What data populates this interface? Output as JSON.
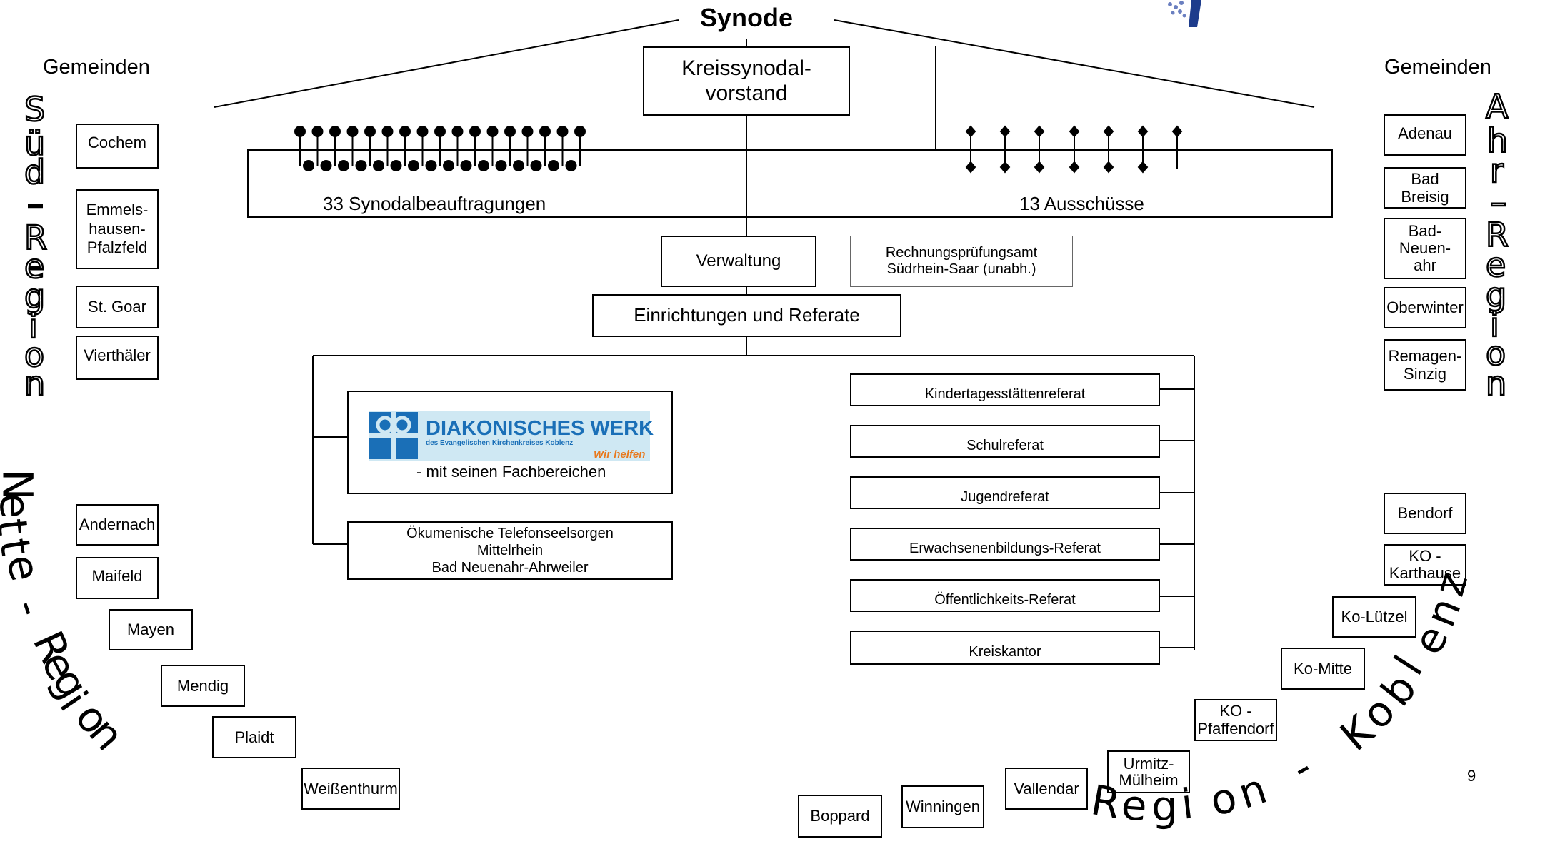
{
  "synode": "Synode",
  "kreissynodalvorstand": "Kreissynodal-vorstand",
  "synodalbeauftragungen": "33 Synodalbeauftragungen",
  "ausschuesse": "13 Ausschüsse",
  "verwaltung": "Verwaltung",
  "rechnungspruefungsamt": [
    "Rechnungsprüfungsamt",
    "Südrhein-Saar (unabh.)"
  ],
  "einrichtungen": "Einrichtungen und Referate",
  "diakonie": {
    "title": "DIAKONISCHES WERK",
    "subtitle": "des Evangelischen Kirchenkreises Koblenz",
    "slogan": "Wir helfen",
    "caption": "- mit seinen Fachbereichen",
    "brand_color": "#1a6fb7",
    "slogan_color": "#e8791e",
    "background_color": "#cfe8f3"
  },
  "telefonseelsorge": [
    "Ökumenische Telefonseelsorgen",
    "Mittelrhein",
    "Bad Neuenahr-Ahrweiler"
  ],
  "referate": [
    "Kindertagesstättenreferat",
    "Schulreferat",
    "Jugendreferat",
    "Erwachsenenbildungs-Referat",
    "Öffentlichkeits-Referat",
    "Kreiskantor"
  ],
  "gemeinden_left_label": "Gemeinden",
  "gemeinden_right_label": "Gemeinden",
  "sued_region": {
    "label": [
      "S",
      "ü",
      "d",
      "–",
      "R",
      "e",
      "g",
      "i",
      "o",
      "n"
    ],
    "gemeinden": [
      "Cochem",
      "Emmels-hausen-Pfalzfeld",
      "St. Goar",
      "Vierthäler"
    ]
  },
  "ahr_region": {
    "label": [
      "A",
      "h",
      "r",
      "–",
      "R",
      "e",
      "g",
      "i",
      "o",
      "n"
    ],
    "gemeinden": [
      "Adenau",
      "Bad Breisig",
      "Bad-Neuen-ahr",
      "Oberwinter",
      "Remagen-Sinzig"
    ]
  },
  "nette_region": {
    "label": [
      "N",
      "e",
      "t",
      "t",
      "e",
      " ",
      "-",
      " ",
      "R",
      "e",
      "g",
      "i",
      "o",
      "n"
    ],
    "gemeinden": [
      "Andernach",
      "Maifeld",
      "Mayen",
      "Mendig",
      "Plaidt",
      "Weißenthurm"
    ]
  },
  "koblenz_region": {
    "label": [
      "R",
      "e",
      "g",
      "i",
      "o",
      "n",
      " ",
      "-",
      " ",
      "K",
      "o",
      "b",
      "l",
      "e",
      "n",
      "z"
    ],
    "gemeinden": [
      "Bendorf",
      "KO - Karthause",
      "Ko-Lützel",
      "Ko-Mitte",
      "KO - Pfaffendorf",
      "Urmitz-Mülheim",
      "Vallendar",
      "Winningen",
      "Boppard"
    ]
  },
  "page_number": "9"
}
